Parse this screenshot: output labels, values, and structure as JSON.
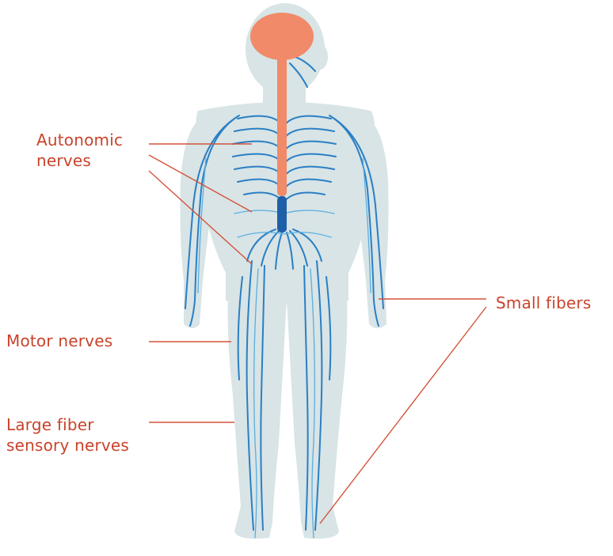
{
  "labels": {
    "autonomic_line1": "Autonomic",
    "autonomic_line2": "nerves",
    "small_fibers": "Small fibers",
    "motor_nerves": "Motor nerves",
    "large_fiber_line1": "Large fiber",
    "large_fiber_line2": "sensory nerves"
  },
  "colors": {
    "label_text": "#c8432b",
    "leader_line": "#d4533b",
    "body_silhouette": "#d8e4e6",
    "nerve": "#2a7fc4",
    "nerve_light": "#5aaee0",
    "brain_spine": "#f08a68"
  }
}
